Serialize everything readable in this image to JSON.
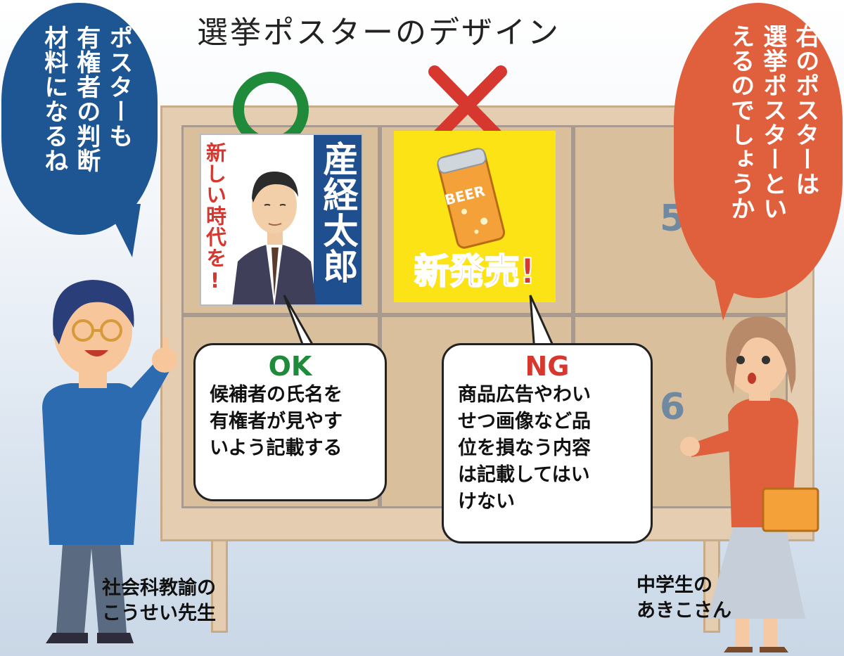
{
  "title": "選挙ポスターのデザイン",
  "ok_mark": {
    "symbol": "○",
    "color": "#1f8a3a"
  },
  "ng_mark": {
    "symbol": "×",
    "color": "#d6372e"
  },
  "good_poster": {
    "slogan": "新しい時代を!",
    "candidate_name": "産経太郎",
    "slogan_color": "#d6372e",
    "name_bg": "#1f4f8f"
  },
  "bad_poster": {
    "can_label": "BEER",
    "headline": "新発売!",
    "bg_color": "#fbe316"
  },
  "board": {
    "slot_5": "5",
    "slot_6": "6"
  },
  "ok_bubble": {
    "heading": "OK",
    "lines": [
      "候補者の氏名を",
      "有権者が見やす",
      "いよう記載する"
    ]
  },
  "ng_bubble": {
    "heading": "NG",
    "lines": [
      "商品広告やわい",
      "せつ画像など品",
      "位を損なう内容",
      "は記載してはい",
      "けない"
    ]
  },
  "teacher": {
    "speech": [
      "ポスターも",
      "有権者の判断",
      "材料になるね"
    ],
    "caption_line1": "社会科教諭の",
    "caption_line2": "こうせい先生"
  },
  "student": {
    "speech": [
      "右のポスターは",
      "選挙ポスターとい",
      "えるのでしょうか"
    ],
    "caption_line1": "中学生の",
    "caption_line2": "あきこさん"
  },
  "colors": {
    "teacher_bubble": "#1d5693",
    "student_bubble": "#e05f3d",
    "ok_green": "#1f8a3a",
    "ng_red": "#d6372e"
  }
}
